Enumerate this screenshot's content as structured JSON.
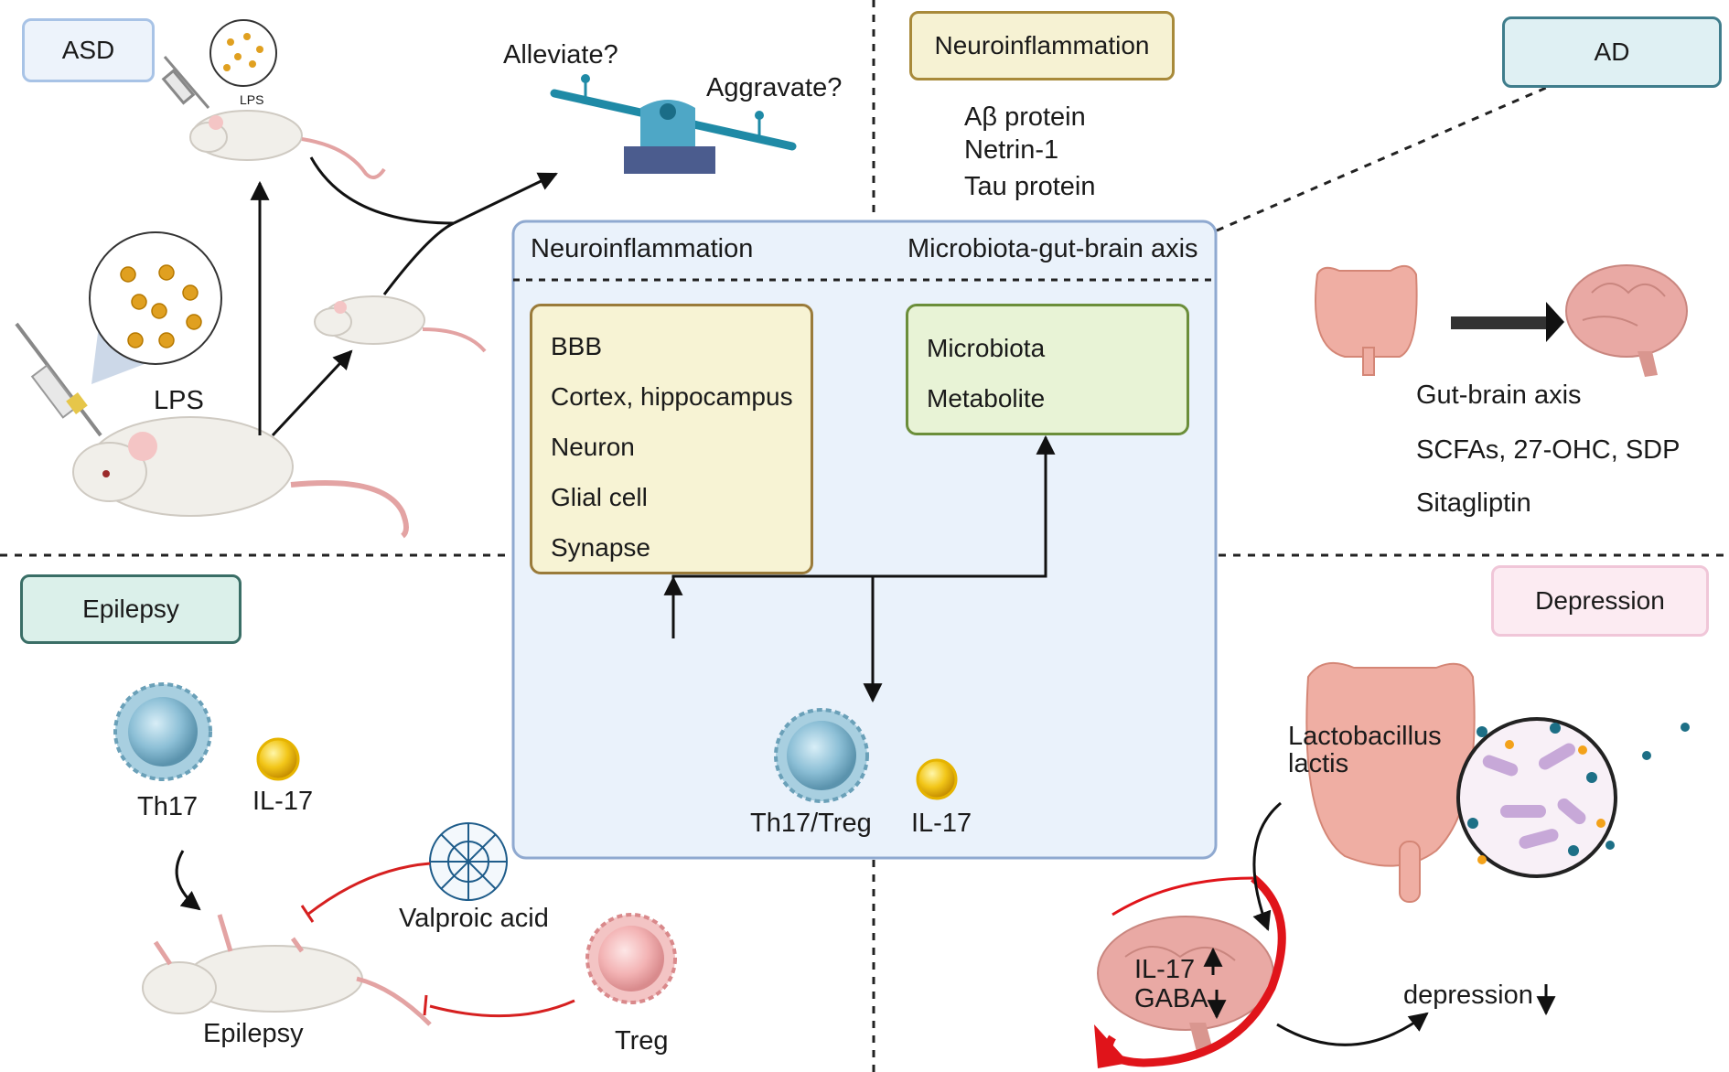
{
  "panels": {
    "asd": {
      "tag": "ASD",
      "lps_small": "LPS",
      "lps_large": "LPS",
      "alleviate": "Alleviate?",
      "aggravate": "Aggravate?"
    },
    "neuroinflammation_top": {
      "tag": "Neuroinflammation",
      "items": [
        "Aβ protein",
        "Netrin-1",
        "Tau protein"
      ]
    },
    "ad": {
      "tag": "AD",
      "items": [
        "Gut-brain axis",
        "SCFAs, 27-OHC, SDP",
        "Sitagliptin"
      ]
    },
    "epilepsy": {
      "tag": "Epilepsy",
      "th17": "Th17",
      "il17": "IL-17",
      "valproic": "Valproic acid",
      "treg": "Treg",
      "outcome": "Epilepsy"
    },
    "depression": {
      "tag": "Depression",
      "bacterium": "Lactobacillus lactis",
      "il17": "IL-17",
      "gaba": "GABA",
      "outcome": "depression"
    }
  },
  "center": {
    "header_left": "Neuroinflammation",
    "header_right": "Microbiota-gut-brain axis",
    "left_box": [
      "BBB",
      "Cortex, hippocampus",
      "Neuron",
      "Glial cell",
      "Synapse"
    ],
    "right_box": [
      "Microbiota",
      "Metabolite"
    ],
    "cell_label": "Th17/Treg",
    "cytokine_label": "IL-17"
  },
  "colors": {
    "center_bg": "#eaf2fb",
    "center_border": "#8fa9d0",
    "yellow_box_bg": "#f7f3d4",
    "yellow_box_border": "#9a7b3a",
    "green_box_bg": "#e8f3d6",
    "green_box_border": "#6b8e3a",
    "inhibit_red": "#d62020",
    "arrow_red": "#e0141a"
  }
}
